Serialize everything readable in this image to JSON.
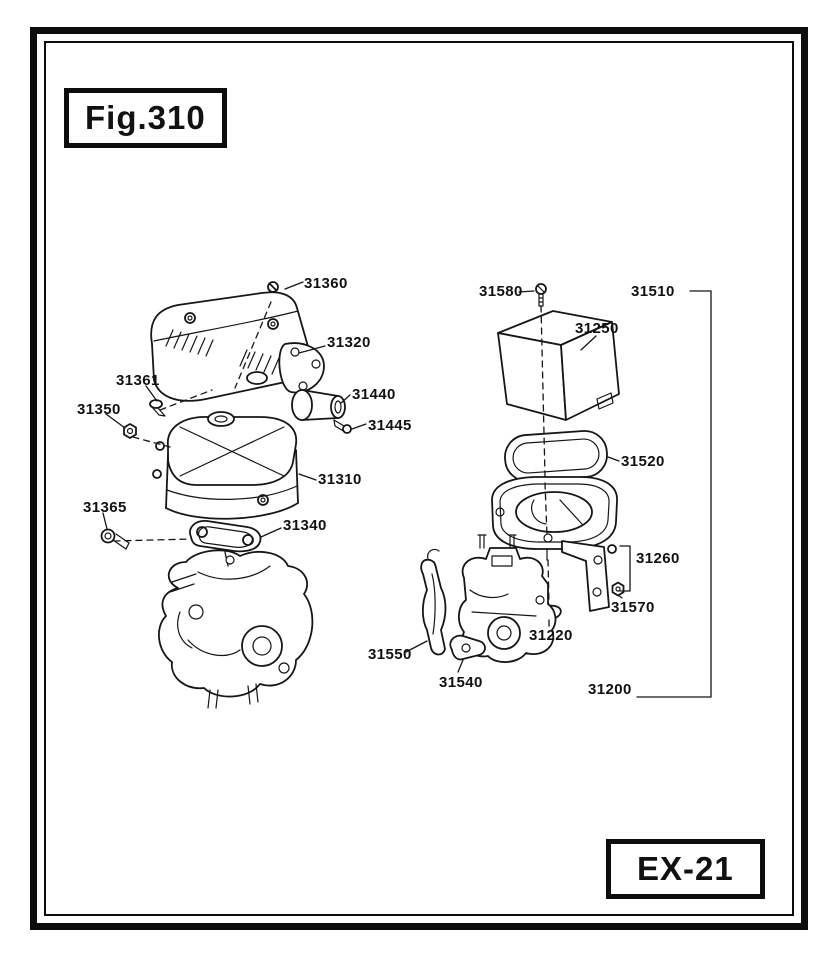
{
  "figure": {
    "title": "Fig.310",
    "code": "EX-21"
  },
  "parts": [
    {
      "number": "31360"
    },
    {
      "number": "31320"
    },
    {
      "number": "31361"
    },
    {
      "number": "31350"
    },
    {
      "number": "31440"
    },
    {
      "number": "31445"
    },
    {
      "number": "31310"
    },
    {
      "number": "31365"
    },
    {
      "number": "31340"
    },
    {
      "number": "31580"
    },
    {
      "number": "31510"
    },
    {
      "number": "31250"
    },
    {
      "number": "31520"
    },
    {
      "number": "31260"
    },
    {
      "number": "31570"
    },
    {
      "number": "31220"
    },
    {
      "number": "31550"
    },
    {
      "number": "31540"
    },
    {
      "number": "31200"
    }
  ],
  "colors": {
    "ink": "#111111",
    "background": "#ffffff"
  }
}
